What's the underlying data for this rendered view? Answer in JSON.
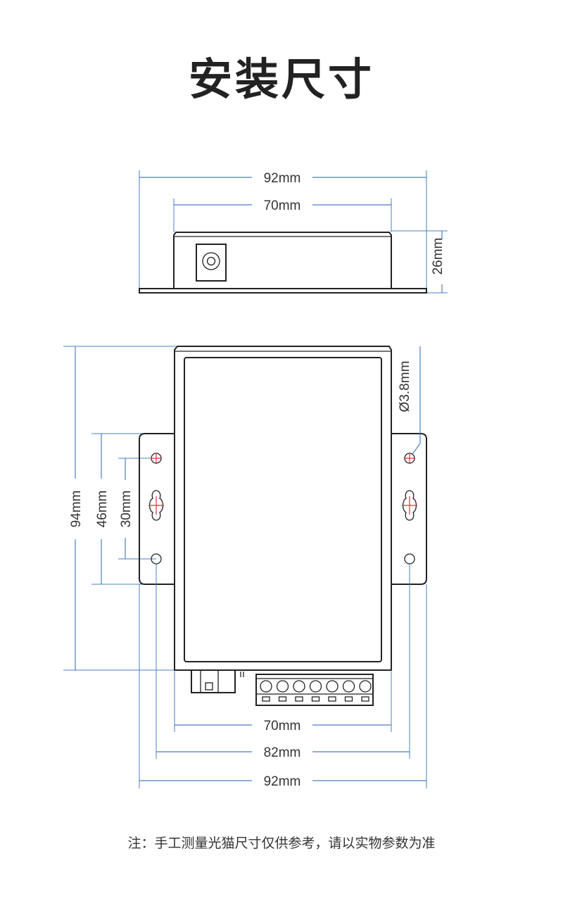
{
  "title": "安装尺寸",
  "note": "注：手工测量光猫尺寸仅供参考，请以实物参数为准",
  "side_view": {
    "width_total": "92mm",
    "width_body": "70mm",
    "height": "26mm"
  },
  "front_view": {
    "height_total": "94mm",
    "hole_spacing_outer": "46mm",
    "hole_spacing_inner": "30mm",
    "hole_diameter": "Ø3.8mm",
    "width_body": "70mm",
    "width_holes": "82mm",
    "width_total": "92mm"
  },
  "colors": {
    "dimension_line": "#4a7fc1",
    "outline": "#222222",
    "center_mark": "#e0303a"
  }
}
